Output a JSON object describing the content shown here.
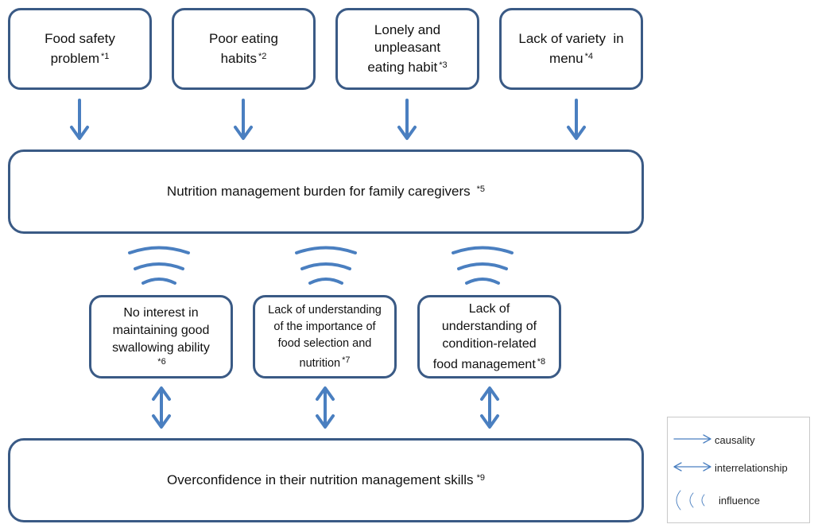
{
  "top_boxes": [
    {
      "lines": [
        "Food safety",
        "problem"
      ],
      "note": "*1"
    },
    {
      "lines": [
        "Poor eating",
        "habits"
      ],
      "note": "*2"
    },
    {
      "lines": [
        "Lonely and",
        "unpleasant",
        "eating habit"
      ],
      "note": "*3"
    },
    {
      "lines": [
        "Lack of variety  in",
        "menu"
      ],
      "note": "*4"
    }
  ],
  "burden_box": {
    "text": "Nutrition management burden for family caregivers",
    "note": "*5"
  },
  "mid_boxes": [
    {
      "lines": [
        "No interest in",
        "maintaining good",
        "swallowing ability",
        ""
      ],
      "note": "*6"
    },
    {
      "lines": [
        "Lack of understanding",
        "of the importance of",
        "food selection and",
        "nutrition"
      ],
      "note": "*7"
    },
    {
      "lines": [
        "Lack of",
        "understanding of",
        "condition-related",
        "food management"
      ],
      "note": "*8"
    }
  ],
  "overconfidence_box": {
    "text": "Overconfidence in their nutrition management skills",
    "note": "*9"
  },
  "legend": {
    "items": [
      {
        "symbol": "arrow-right-icon",
        "label": "causality"
      },
      {
        "symbol": "double-arrow-icon",
        "label": "interrelationship"
      },
      {
        "symbol": "influence-arcs-icon",
        "label": "influence"
      }
    ]
  },
  "colors": {
    "box_border": "#3a5a85",
    "arrow": "#4a7fc0",
    "arc": "#4a7fc0",
    "legend_border": "#c9c9c9"
  }
}
